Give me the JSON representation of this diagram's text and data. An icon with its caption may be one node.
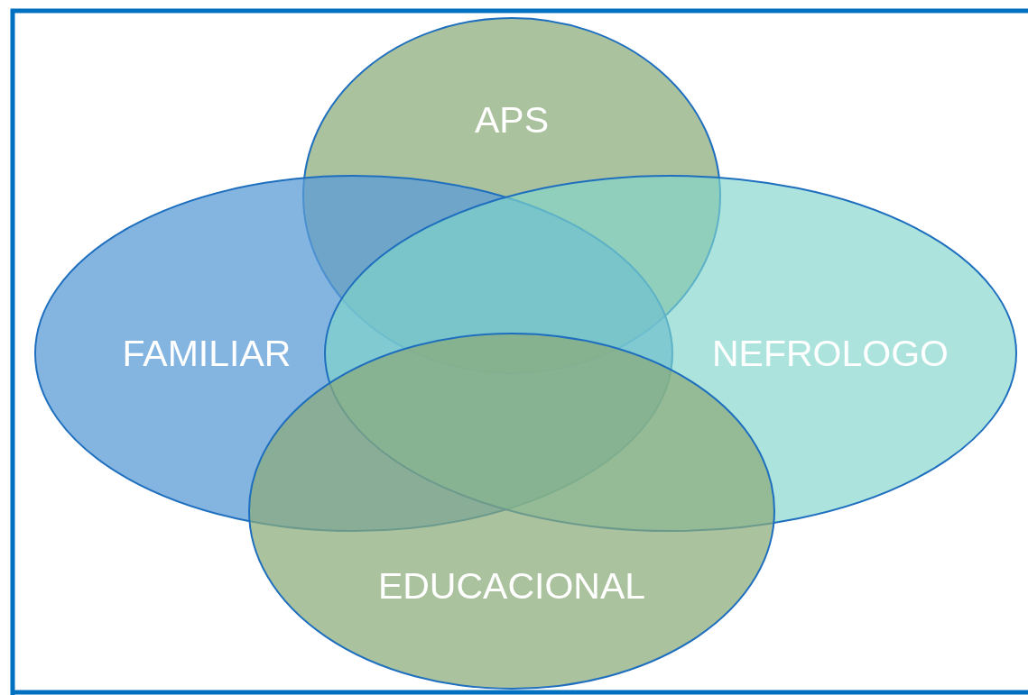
{
  "diagram": {
    "nodes": [
      {
        "text": [
          "APS"
        ]
      },
      {
        "text": [
          "FAMILIAR"
        ]
      },
      {
        "text": [
          "NEFROLOGO"
        ]
      },
      {
        "text": [
          "EDUCACIONAL"
        ]
      }
    ]
  }
}
